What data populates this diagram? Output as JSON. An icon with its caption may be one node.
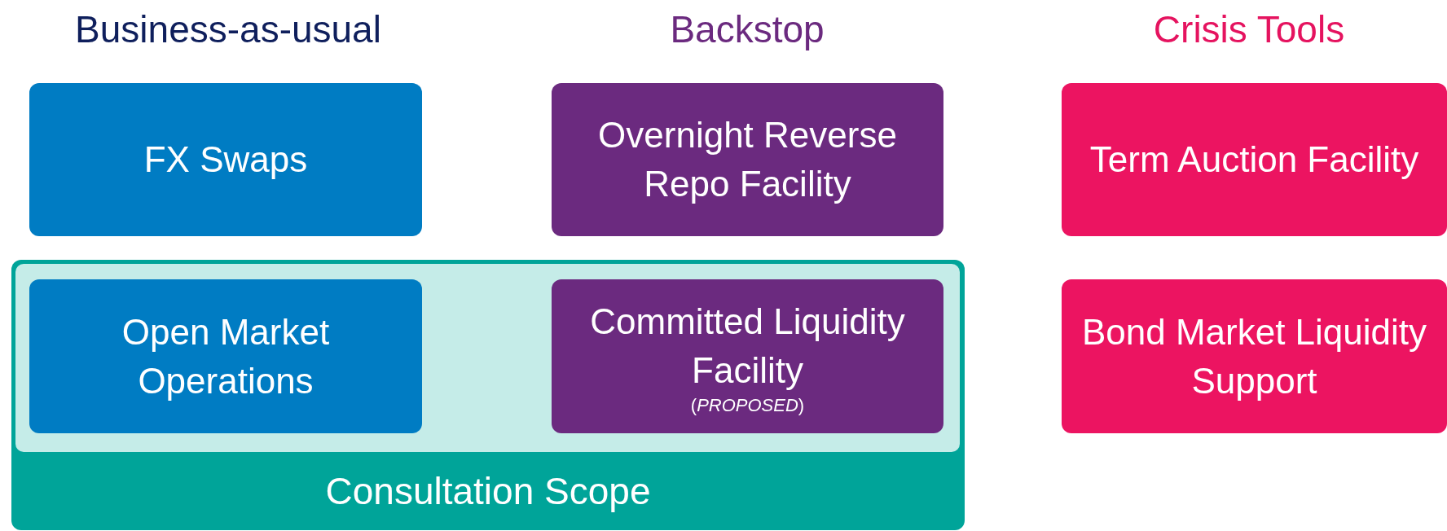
{
  "diagram": {
    "nodes": [
      {
        "text": [
          "FX Swaps"
        ]
      },
      {
        "text": [
          "Overnight Reverse Repo Facility"
        ]
      },
      {
        "text": [
          "Term Auction Facility"
        ]
      },
      {
        "text": [
          "Consultation Scope"
        ]
      },
      {
        "text": [
          "Open Market Operations"
        ],
        "in": 3
      },
      {
        "text": [
          "Committed Liquidity Facility",
          "(*PROPOSED*)"
        ],
        "in": 3
      },
      {
        "text": [
          "Bond Market Liquidity Support"
        ]
      }
    ],
    "edges": [],
    "labels": [
      "Business-as-usual",
      "Backstop",
      "Crisis Tools"
    ]
  }
}
